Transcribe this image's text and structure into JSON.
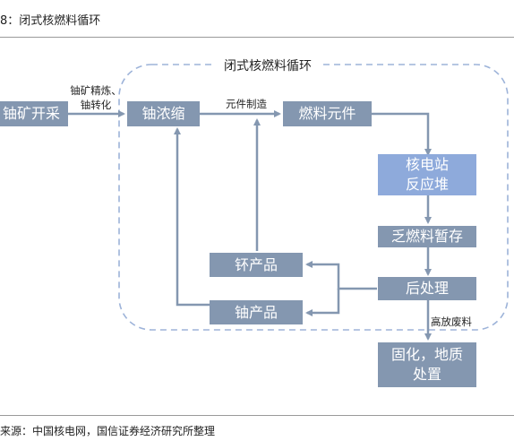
{
  "figure_title": "8：闭式核燃料循环",
  "source": "来源：中国核电网，国信证券经济研究所整理",
  "cycle_label": "闭式核燃料循环",
  "nodes": {
    "mining": "铀矿开采",
    "enrichment": "铀浓缩",
    "fuel_element": "燃料元件",
    "reactor_line1": "核电站",
    "reactor_line2": "反应堆",
    "spent_storage": "乏燃料暂存",
    "reprocessing": "后处理",
    "plutonium": "钚产品",
    "uranium": "铀产品",
    "disposal_line1": "固化，地质",
    "disposal_line2": "处置"
  },
  "edges": {
    "conversion_line1": "铀矿精炼、",
    "conversion_line2": "铀转化",
    "fabrication": "元件制造",
    "high_level_waste": "高放废料"
  },
  "colors": {
    "box": "#8497b0",
    "reactor_box": "#8eaadb",
    "arrow": "#8497b0",
    "dashed_border": "#9db3d9"
  }
}
